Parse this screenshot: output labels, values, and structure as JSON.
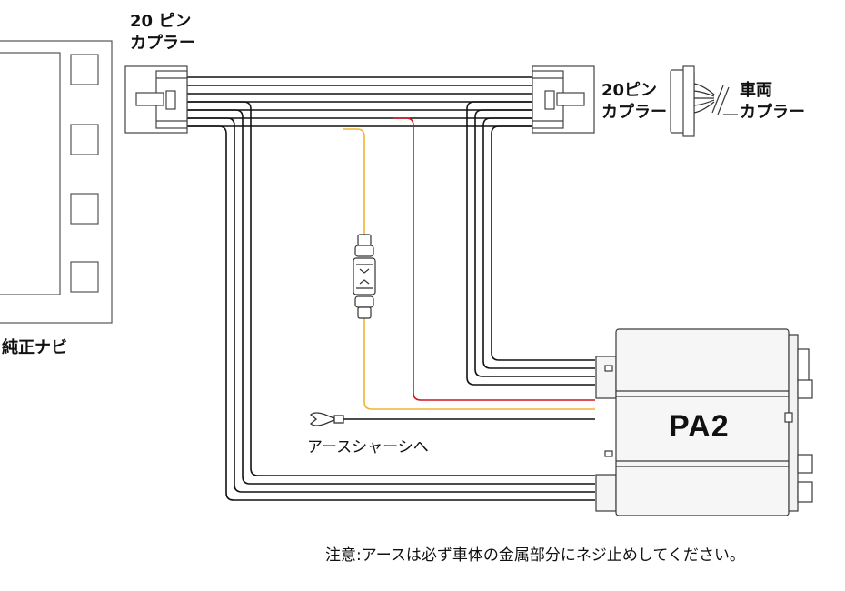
{
  "labels": {
    "coupler_left_line1": "20 ピン",
    "coupler_left_line2": "カプラー",
    "coupler_right_line1": "20ピン",
    "coupler_right_line2": "カプラー",
    "vehicle_line1": "車両",
    "vehicle_line2": "カプラー",
    "navi": "純正ナビ",
    "ground": "アースシャーシへ",
    "device": "PA2",
    "note": "注意:アースは必ず車体の金属部分にネジ止めしてください。"
  },
  "colors": {
    "wire_black": "#111111",
    "wire_red": "#d2141e",
    "wire_yellow": "#f2b233",
    "outline": "#3a3a3a",
    "device_fill": "#f5f5f5"
  }
}
